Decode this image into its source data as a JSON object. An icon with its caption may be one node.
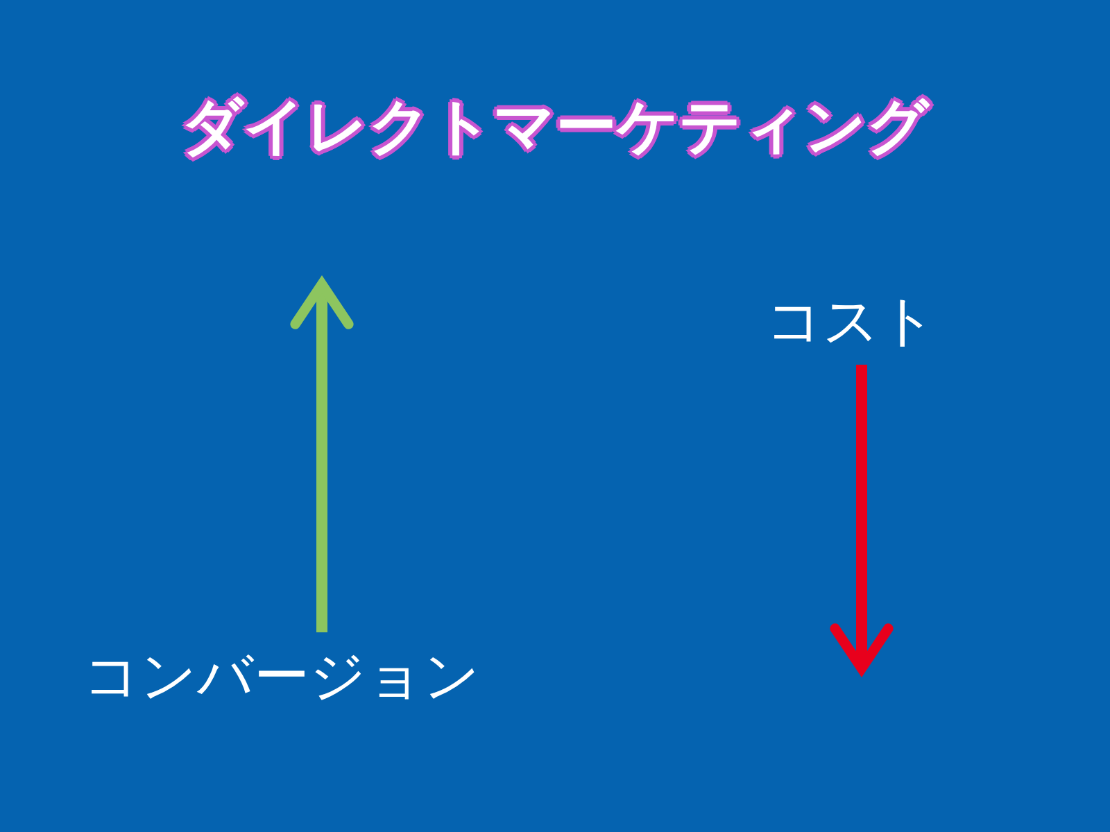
{
  "diagram": {
    "title": "ダイレクトマーケティング",
    "nodes": [
      {
        "text": [
          "コスト"
        ]
      },
      {
        "text": [
          "コンバージョン"
        ]
      }
    ],
    "edges": [
      {
        "from": 1,
        "to": null,
        "arrow": "to",
        "color": "#8dc55f"
      },
      {
        "from": 0,
        "to": null,
        "arrow": "to",
        "color": "#e8001c"
      }
    ]
  }
}
